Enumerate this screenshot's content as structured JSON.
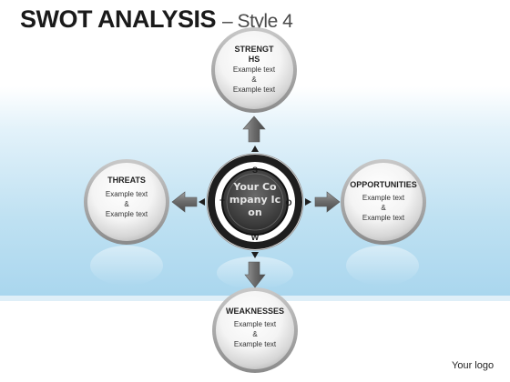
{
  "title": {
    "main": "SWOT ANALYSIS",
    "sub": "– Style 4"
  },
  "center": {
    "label": "Your Company Icon"
  },
  "letters": {
    "top": "S",
    "left": "T",
    "right": "O",
    "bottom": "W"
  },
  "nodes": {
    "strength": {
      "heading": "STRENGTHS",
      "line1": "Example text",
      "line2": "&",
      "line3": "Example text"
    },
    "threats": {
      "heading": "THREATS",
      "line1": "Example text",
      "line2": "&",
      "line3": "Example text"
    },
    "opportunities": {
      "heading": "OPPORTUNITIES",
      "line1": "Example text",
      "line2": "&",
      "line3": "Example text"
    },
    "weaknesses": {
      "heading": "WEAKNESSES",
      "line1": "Example text",
      "line2": "&",
      "line3": "Example text"
    }
  },
  "footer": {
    "logo": "Your logo"
  },
  "colors": {
    "background_band": "#bfe1f2",
    "ring_dark": "#222222",
    "arrow_gray": "#6e6e6e"
  }
}
